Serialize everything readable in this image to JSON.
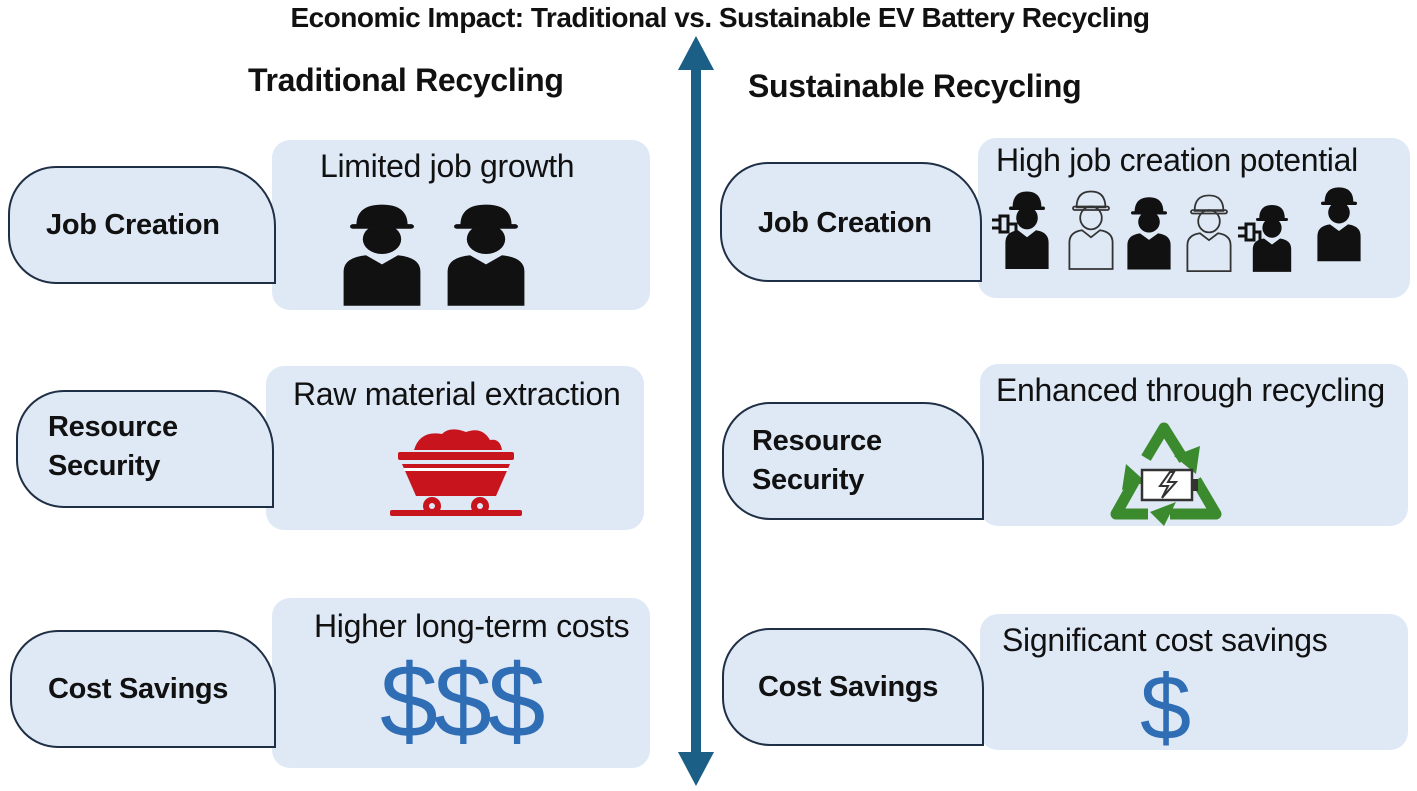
{
  "title": "Economic Impact: Traditional vs. Sustainable EV Battery Recycling",
  "traditional": {
    "heading": "Traditional Recycling",
    "rows": [
      {
        "label": "Job Creation",
        "description": "Limited job growth"
      },
      {
        "label": "Resource Security",
        "description": "Raw material extraction"
      },
      {
        "label": "Cost Savings",
        "description": "Higher long-term costs",
        "symbol": "$$$"
      }
    ]
  },
  "sustainable": {
    "heading": "Sustainable Recycling",
    "rows": [
      {
        "label": "Job Creation",
        "description": "High job creation potential"
      },
      {
        "label": "Resource Security",
        "description": "Enhanced through recycling"
      },
      {
        "label": "Cost Savings",
        "description": "Significant cost savings",
        "symbol": "$"
      }
    ]
  },
  "icons": {
    "workers": "worker-icon",
    "mine_cart": "mine-cart-icon",
    "recycle_battery": "recycle-battery-icon"
  },
  "colors": {
    "panel": "#dfe9f6",
    "divider": "#1b5f86",
    "mine_cart": "#c8141c",
    "recycle": "#3c8a2e",
    "dollar": "#2f6db5"
  }
}
